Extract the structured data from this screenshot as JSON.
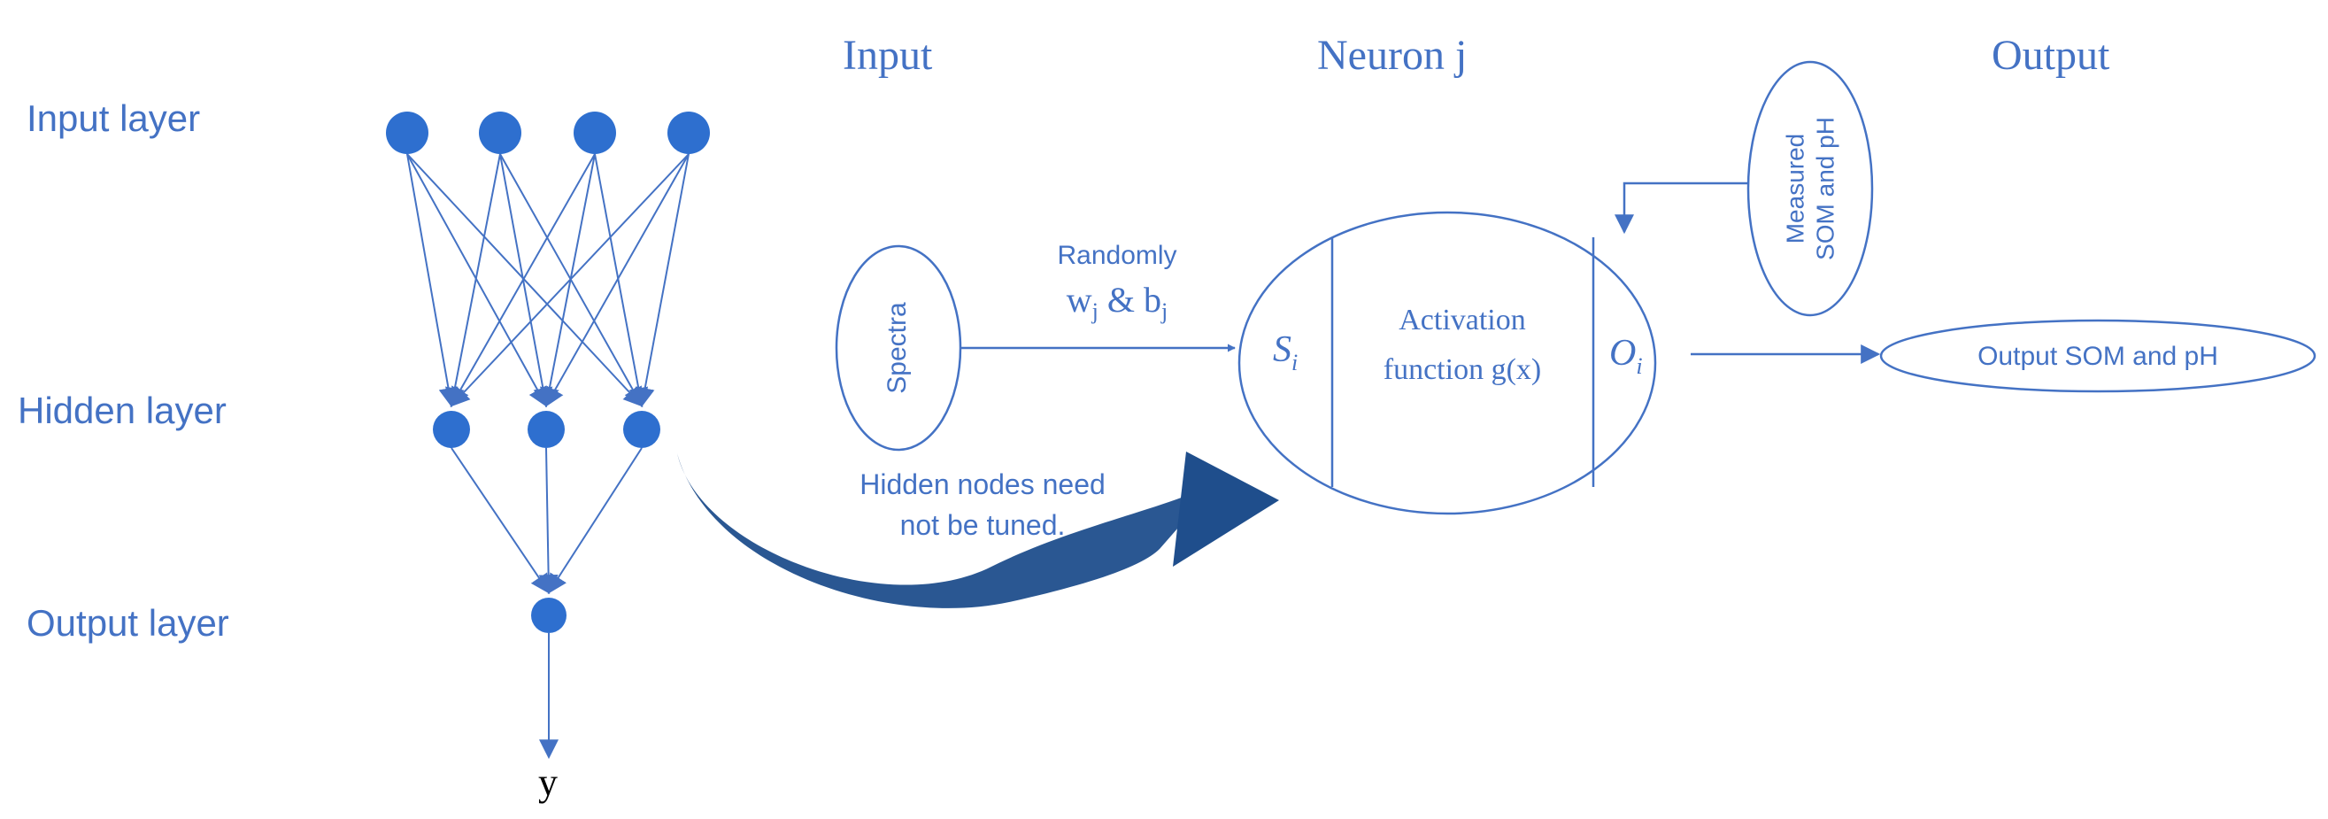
{
  "colors": {
    "accent": "#4472c4",
    "node_fill": "#2e6fcf",
    "curved_arrow": "#1f4e8c",
    "text_dark": "#000000"
  },
  "network": {
    "input_layer_label": "Input layer",
    "hidden_layer_label": "Hidden layer",
    "output_layer_label": "Output layer",
    "output_symbol": "y",
    "input_node_count": 4,
    "hidden_node_count": 3,
    "output_node_count": 1
  },
  "sections": {
    "input_title": "Input",
    "neuron_title": "Neuron j",
    "output_title": "Output"
  },
  "flow": {
    "spectra_label": "Spectra",
    "randomly_label": "Randomly",
    "weights_w": "w",
    "weights_w_sub": "j",
    "weights_amp": " & ",
    "weights_b": "b",
    "weights_b_sub": "j",
    "hidden_note_line1": "Hidden nodes need",
    "hidden_note_line2": "not be tuned.",
    "si_main": "S",
    "si_sub": "i",
    "activation_line1": "Activation",
    "activation_line2": "function g(x)",
    "oi_main": "O",
    "oi_sub": "i",
    "measured_line1": "Measured",
    "measured_line2": "SOM and pH",
    "output_box_label": "Output SOM and pH"
  }
}
